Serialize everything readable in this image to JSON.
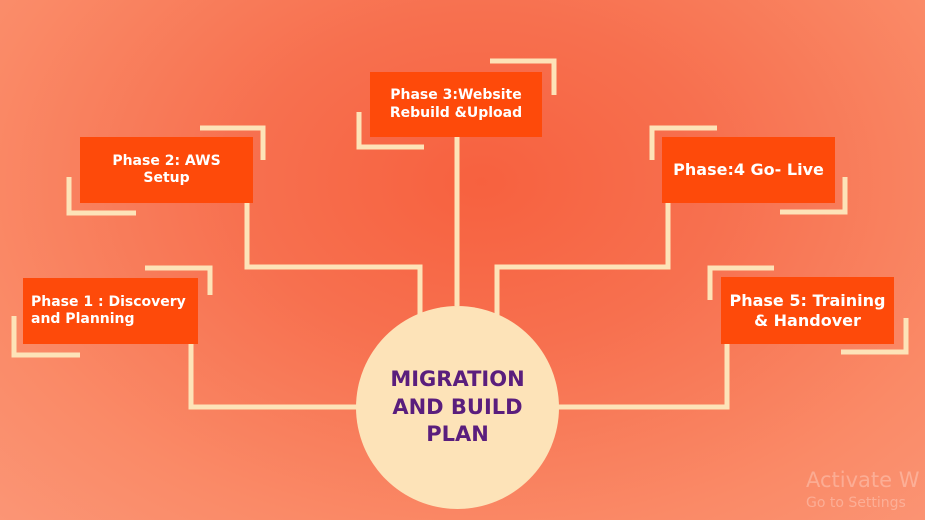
{
  "diagram": {
    "center_label": "MIGRATION AND BUILD PLAN",
    "phases": [
      {
        "label": "Phase 1 : Discovery and Planning"
      },
      {
        "label": "Phase 2: AWS Setup"
      },
      {
        "label": "Phase 3:Website Rebuild &Upload"
      },
      {
        "label": "Phase:4 Go- Live"
      },
      {
        "label": "Phase 5: Training & Handover"
      }
    ]
  },
  "watermark": {
    "title": "Activate W",
    "subtitle": "Go to Settings"
  },
  "colors": {
    "background": "#f7704f",
    "box_fill": "#fe4a0a",
    "connector": "#fde3b8",
    "hub_fill": "#fde3b8",
    "hub_text": "#5a1e7d",
    "box_text": "#ffffff"
  }
}
